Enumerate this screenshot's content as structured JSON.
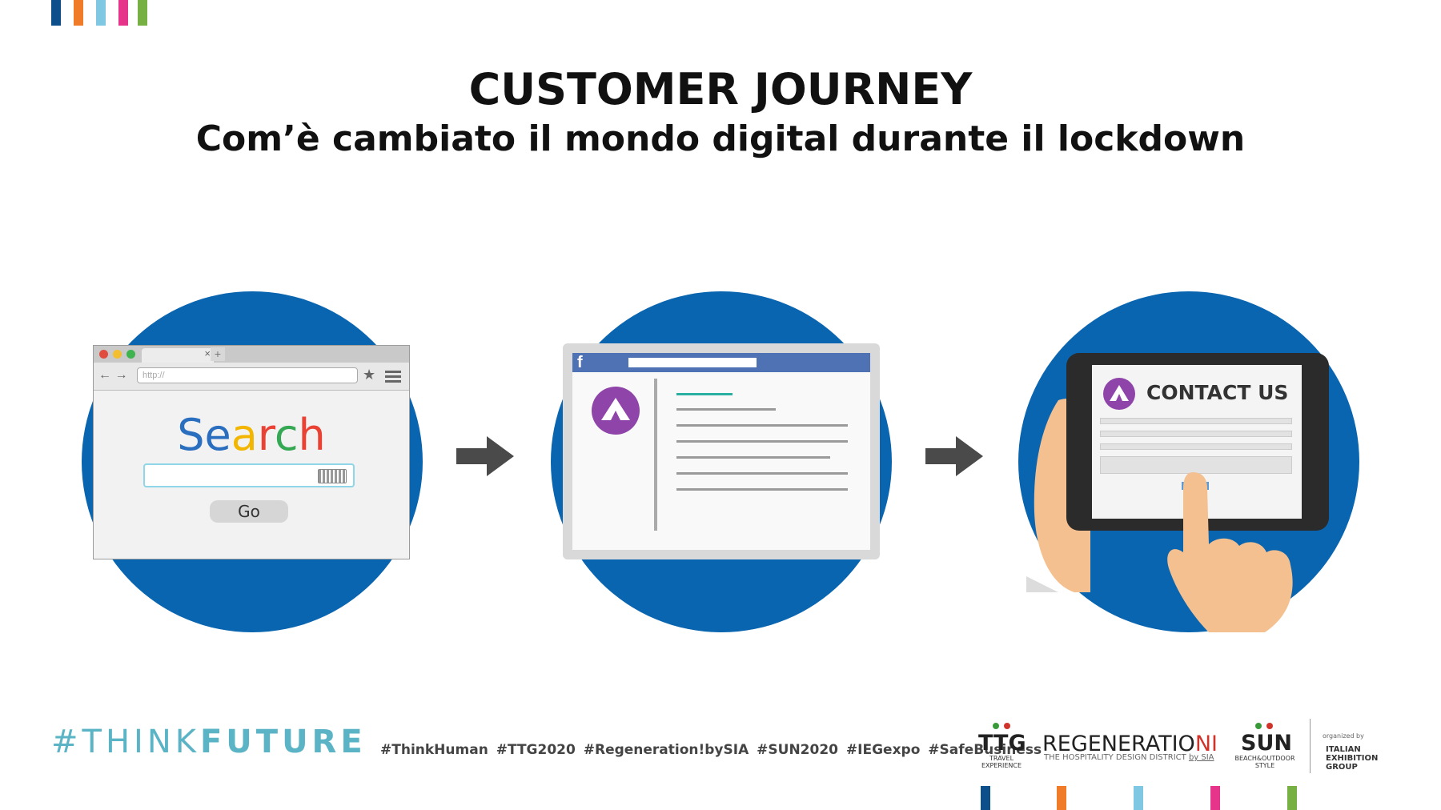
{
  "header": {
    "title": "CUSTOMER JOURNEY",
    "subtitle": "Com’è cambiato il mondo digital durante il lockdown"
  },
  "brand_colors": {
    "navy": "#0d4f8a",
    "orange": "#f07c2a",
    "light_blue": "#7fc7e3",
    "magenta": "#e6348a",
    "green": "#77b043",
    "circle_blue": "#0a65b0",
    "think_teal": "#5ab4c5"
  },
  "step1": {
    "url_placeholder": "http://",
    "search_logo": [
      "S",
      "e",
      "a",
      "r",
      "c",
      "h"
    ],
    "search_colors": [
      "#2a6ebf",
      "#2a6ebf",
      "#f2b600",
      "#e94235",
      "#34a853",
      "#e94235"
    ],
    "go_label": "Go"
  },
  "step2": {
    "network_letter": "f"
  },
  "step3": {
    "contact_title": "CONTACT US"
  },
  "footer": {
    "think_prefix": "#THINK",
    "think_suffix": "FUTURE",
    "hashtags": "#ThinkHuman  #TTG2020  #Regeneration!bySIA  #SUN2020  #IEGexpo  #SafeBusiness",
    "ttg": "TTG",
    "ttg_sub": "TRAVEL EXPERIENCE",
    "regeneration": "REGENERATIO",
    "regeneration_end": "NI",
    "regeneration_sub": "THE HOSPITALITY DESIGN DISTRICT",
    "regeneration_by": "by SIA",
    "sun": "SUN",
    "sun_sub": "BEACH&OUTDOOR STYLE",
    "organized": "organized by",
    "ieg": "ITALIAN EXHIBITION GROUP"
  }
}
